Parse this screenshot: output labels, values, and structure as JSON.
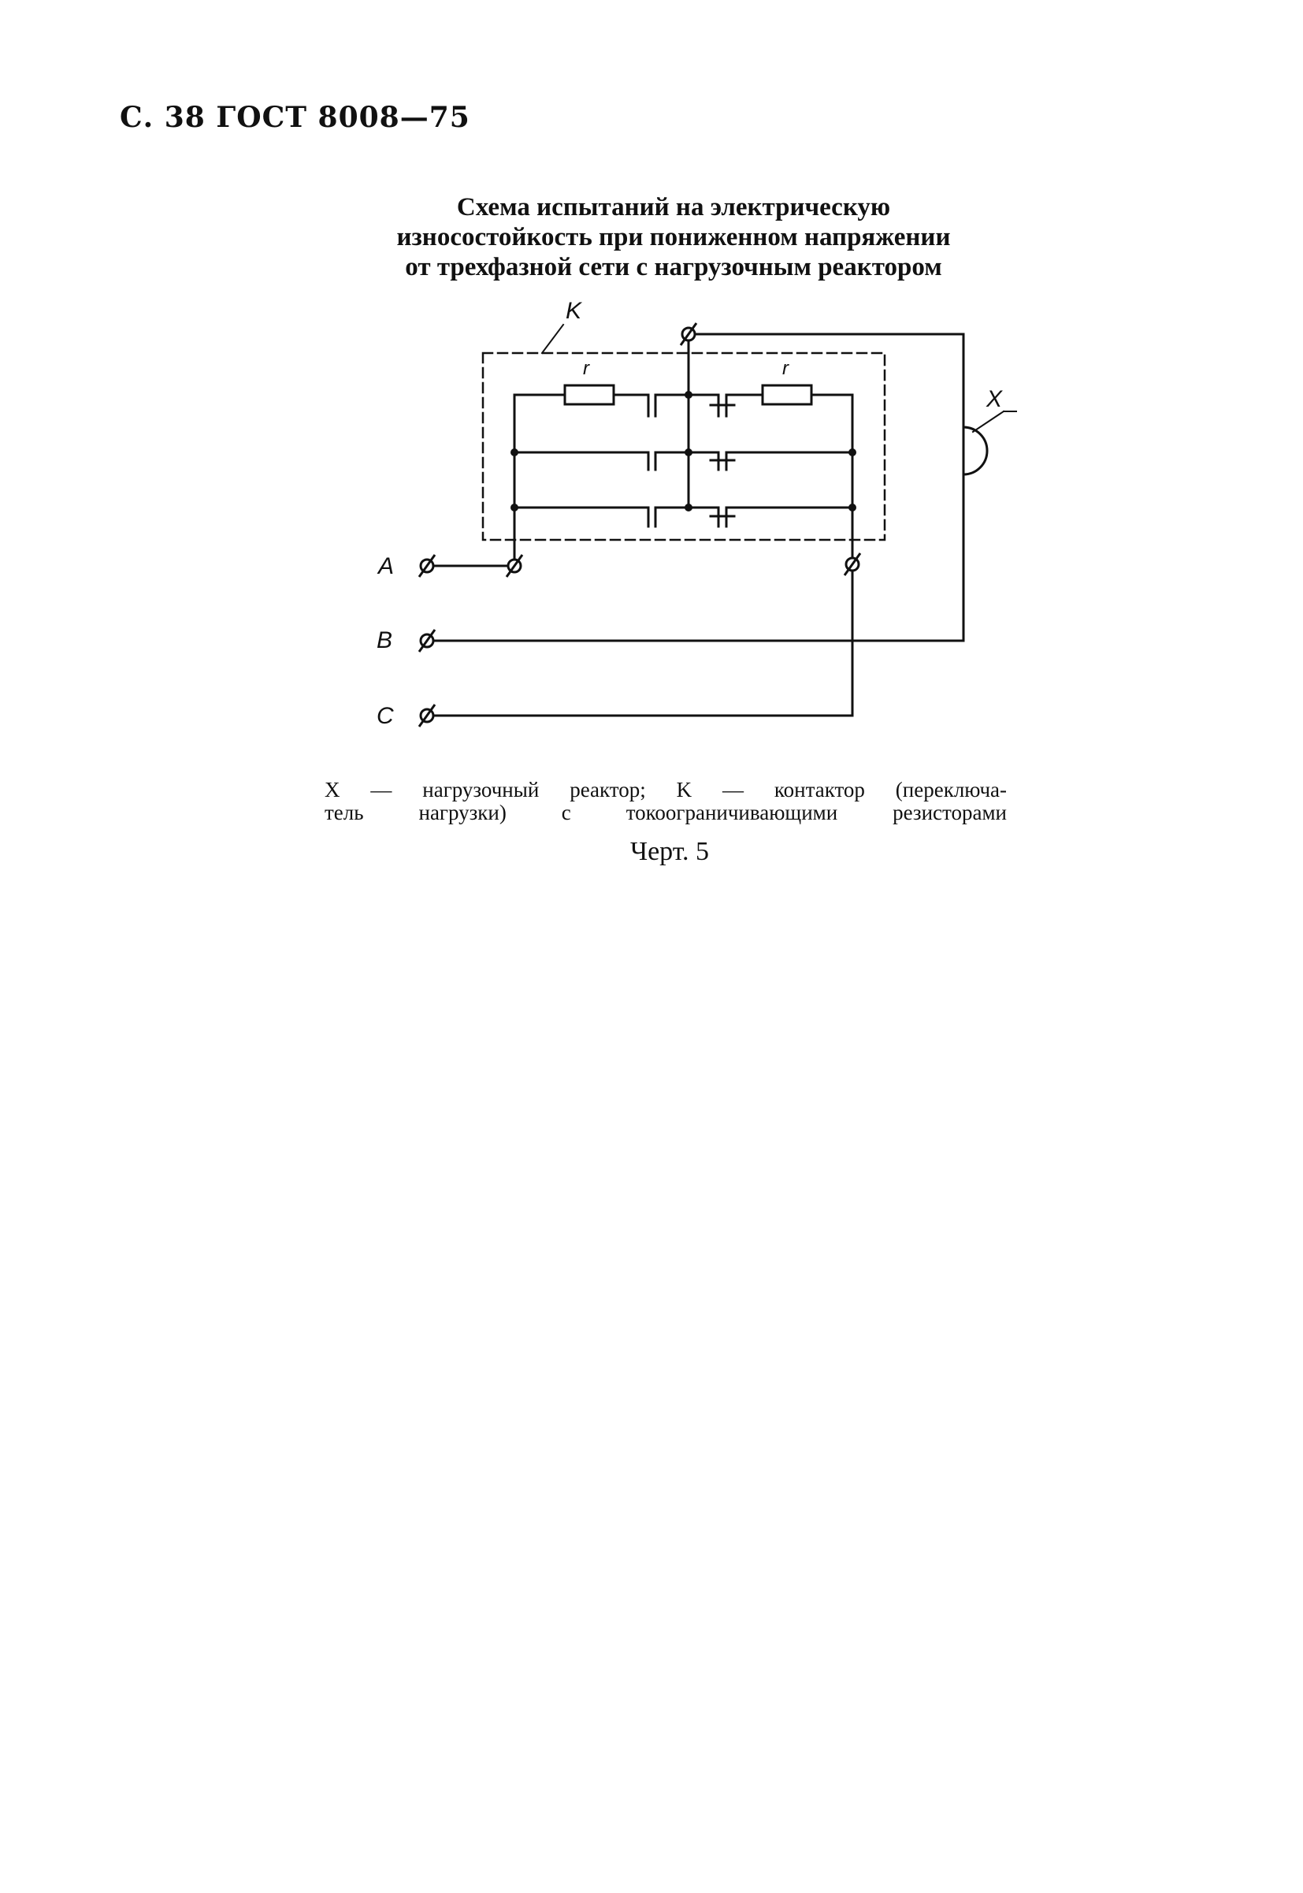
{
  "header": {
    "text": "С. 38 ГОСТ 8008—75"
  },
  "title": {
    "lines": [
      "Схема испытаний на электрическую",
      "износостойкость при пониженном напряжении",
      "от трехфазной сети с нагрузочным реактором"
    ]
  },
  "diagram": {
    "labels": {
      "contactor": "K",
      "resistor_left": "r",
      "resistor_right": "r",
      "reactor": "X",
      "phase_a": "A",
      "phase_b": "B",
      "phase_c": "C"
    }
  },
  "caption": {
    "lines": [
      "X — нагрузочный реактор; K — контактор (переключа-",
      "тель нагрузки) с токоограничивающими резисторами"
    ]
  },
  "figure_label": "Черт. 5"
}
